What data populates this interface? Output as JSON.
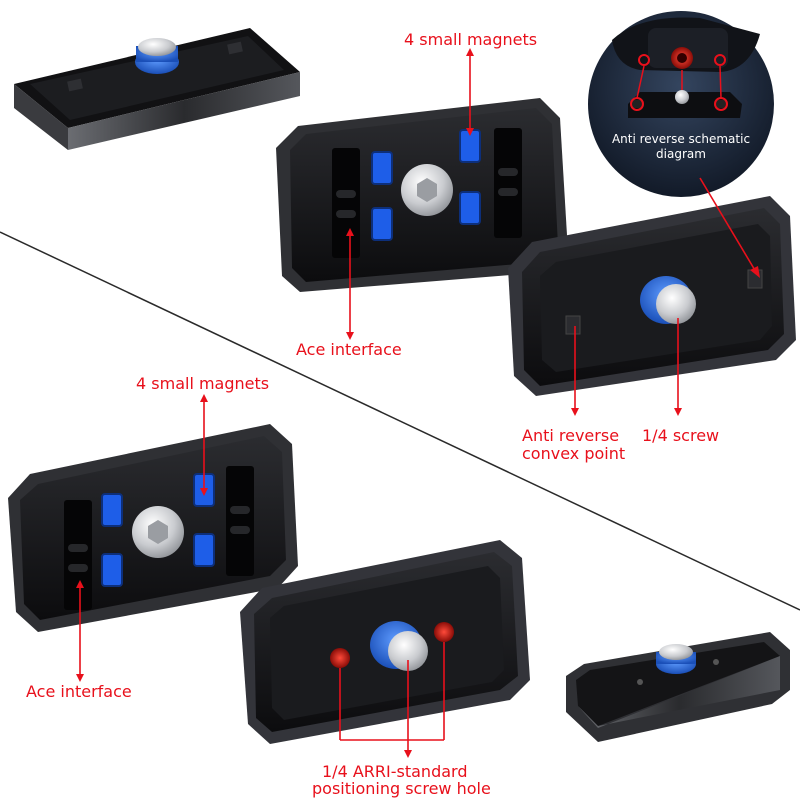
{
  "labels": {
    "top_magnets": "4 small magnets",
    "top_ace": "Ace interface",
    "anti_reverse_point_line1": "Anti reverse",
    "anti_reverse_point_line2": "convex point",
    "quarter_screw": "1/4 screw",
    "inset_line1": "Anti reverse schematic",
    "inset_line2": "diagram",
    "bottom_magnets": "4 small magnets",
    "bottom_ace": "Ace interface",
    "arri_line1": "1/4 ARRI-standard",
    "arri_line2": "positioning screw hole"
  },
  "colors": {
    "label_red": "#e8101b",
    "plate_black": "#141416",
    "magnet_blue": "#1e5ee8",
    "screw_blue": "#2a6bd8"
  }
}
